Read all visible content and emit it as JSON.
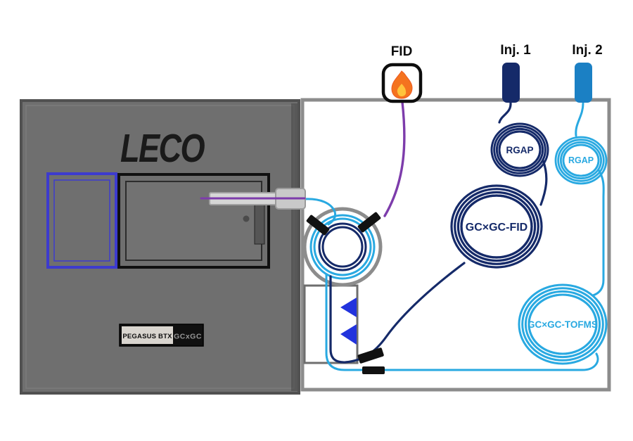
{
  "instrument": {
    "logo": "LECO",
    "plate": {
      "model": "PEGASUS BTX",
      "technique": "GCxGC"
    }
  },
  "oven": {
    "detector": {
      "label": "FID",
      "icon": "flame-icon"
    },
    "injectors": [
      {
        "label": "Inj. 1"
      },
      {
        "label": "Inj. 2"
      }
    ],
    "columns": [
      {
        "id": "rgap-1",
        "label": "RGAP"
      },
      {
        "id": "rgap-2",
        "label": "RGAP"
      },
      {
        "id": "gcxgc-fid",
        "label": "GC×GC-FID"
      },
      {
        "id": "gcxgc-tofms",
        "label": "GC×GC-TOFMS"
      }
    ],
    "modulator": {
      "jet_count": 2
    }
  },
  "colors": {
    "navy": "#152a69",
    "light_blue": "#29a9e1",
    "injector2_blue": "#1b80c4",
    "purple": "#7d3cab",
    "oven_border_gray": "#8c8c8c",
    "jet_arrow_blue": "#2233dd",
    "flame_orange": "#f4731f",
    "flame_yellow": "#ffc33c",
    "door_outline_blue": "#3d3bcd",
    "instrument_gray": "#6f6f6f",
    "union_black": "#111111"
  }
}
